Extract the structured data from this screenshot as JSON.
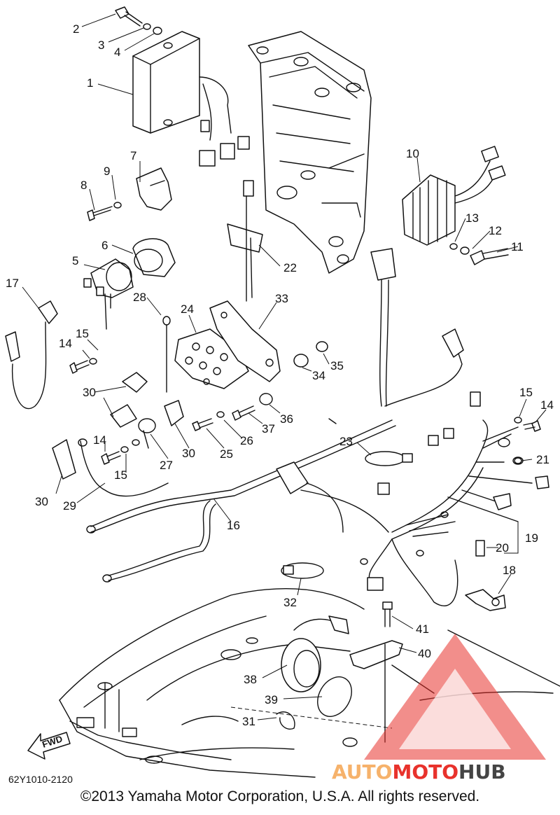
{
  "diagram": {
    "part_code": "62Y1010-2120",
    "fwd_label": "FWD",
    "copyright": "©2013 Yamaha Motor Corporation, U.S.A. All rights reserved.",
    "watermark": {
      "part1": "AUTO",
      "part2": "MOTO",
      "part3": "HUB",
      "color1": "#f6b26b",
      "color2": "#e8322c",
      "color3": "#444444"
    },
    "callouts": [
      "1",
      "2",
      "3",
      "4",
      "5",
      "6",
      "7",
      "8",
      "9",
      "10",
      "11",
      "12",
      "13",
      "14",
      "15",
      "16",
      "17",
      "18",
      "19",
      "20",
      "21",
      "22",
      "23",
      "24",
      "25",
      "26",
      "27",
      "28",
      "29",
      "30",
      "31",
      "32",
      "33",
      "34",
      "35",
      "36",
      "37",
      "38",
      "39",
      "40",
      "41"
    ]
  }
}
